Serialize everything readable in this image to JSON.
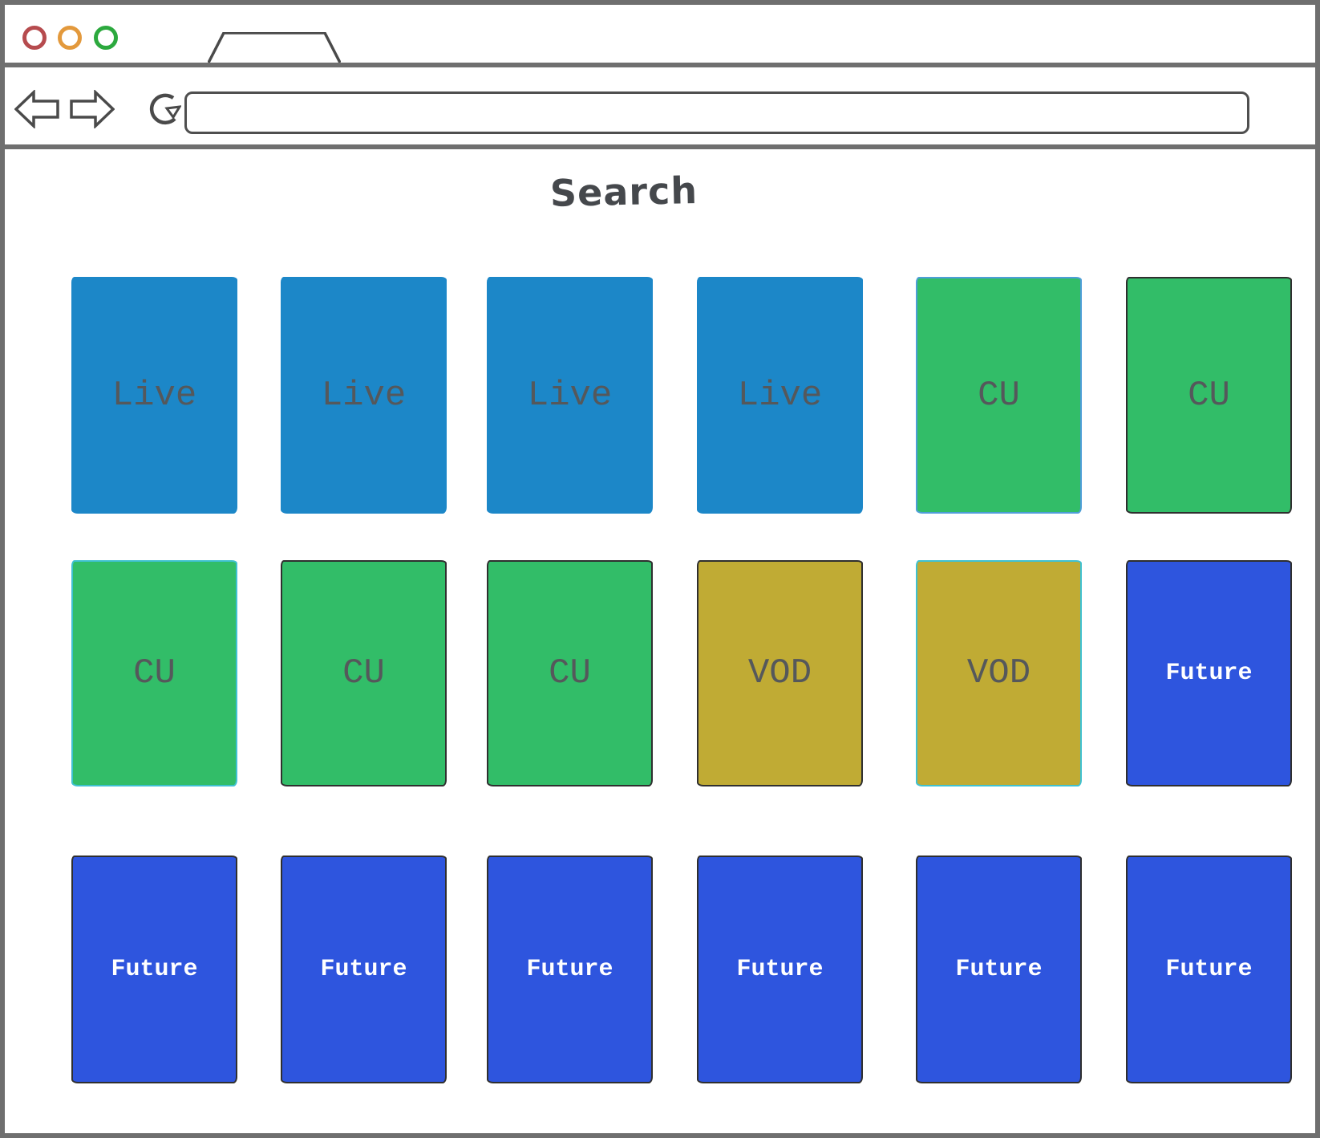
{
  "browser_chrome": {
    "traffic_lights": [
      {
        "name": "close",
        "color": "#b64b4e"
      },
      {
        "name": "minimize",
        "color": "#e3993c"
      },
      {
        "name": "maximize",
        "color": "#2ca93e"
      }
    ],
    "tab_label": "",
    "icons": [
      "back-arrow-icon",
      "forward-arrow-icon",
      "reload-icon"
    ],
    "url_bar": {
      "value": "",
      "placeholder": ""
    }
  },
  "page": {
    "title": "Search",
    "cards": [
      {
        "label": "Live",
        "type": "live",
        "border": "none"
      },
      {
        "label": "Live",
        "type": "live",
        "border": "none"
      },
      {
        "label": "Live",
        "type": "live",
        "border": "none"
      },
      {
        "label": "Live",
        "type": "live",
        "border": "none"
      },
      {
        "label": "CU",
        "type": "cu",
        "border": "blue"
      },
      {
        "label": "CU",
        "type": "cu",
        "border": "dark"
      },
      {
        "label": "CU",
        "type": "cu",
        "border": "cyan"
      },
      {
        "label": "CU",
        "type": "cu",
        "border": "dark"
      },
      {
        "label": "CU",
        "type": "cu",
        "border": "dark"
      },
      {
        "label": "VOD",
        "type": "vod",
        "border": "dark"
      },
      {
        "label": "VOD",
        "type": "vod",
        "border": "cyan"
      },
      {
        "label": "Future",
        "type": "future",
        "border": "dark"
      },
      {
        "label": "Future",
        "type": "future",
        "border": "dark"
      },
      {
        "label": "Future",
        "type": "future",
        "border": "dark"
      },
      {
        "label": "Future",
        "type": "future",
        "border": "dark"
      },
      {
        "label": "Future",
        "type": "future",
        "border": "dark"
      },
      {
        "label": "Future",
        "type": "future",
        "border": "dark"
      },
      {
        "label": "Future",
        "type": "future",
        "border": "dark"
      }
    ]
  },
  "colors": {
    "live": "#1c87c8",
    "cu": "#32bd68",
    "vod": "#c0ab34",
    "future": "#2e55de",
    "chrome": "#6f6f6f",
    "iconStroke": "#4a4a4a",
    "labelDark": "#55585b",
    "labelLight": "#ffffff",
    "borderDark": "#2f2f2f",
    "borderCyan": "#3fc1d1",
    "borderBlue": "#4e9ed8"
  }
}
